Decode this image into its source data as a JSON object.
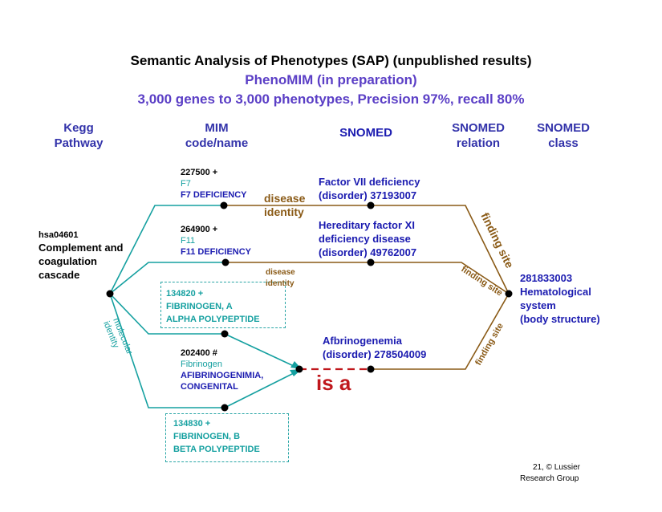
{
  "title": "Semantic Analysis of Phenotypes (SAP) (unpublished results)",
  "subtitle1": "PhenoMIM (in preparation)",
  "subtitle2": "3,000 genes to 3,000 phenotypes, Precision 97%, recall 80%",
  "headers": {
    "kegg": [
      "Kegg",
      "Pathway"
    ],
    "mim": [
      "MIM",
      "code/name"
    ],
    "snomed": "SNOMED",
    "relation": [
      "SNOMED",
      "relation"
    ],
    "class": [
      "SNOMED",
      "class"
    ]
  },
  "kegg_node": {
    "code": "hsa04601",
    "lines": [
      "Complement and",
      "coagulation",
      "cascade"
    ]
  },
  "mim_entries": [
    {
      "code": "227500 +",
      "gene": "F7",
      "name": "F7 DEFICIENCY"
    },
    {
      "code": "264900 +",
      "gene": "F11",
      "name": "F11 DEFICIENCY"
    },
    {
      "code": "134820 +",
      "lines": [
        "FIBRINOGEN, A",
        "ALPHA POLYPEPTIDE"
      ]
    },
    {
      "code": "202400 #",
      "gene": "Fibrinogen",
      "name1": "AFIBRINOGENIMIA,",
      "name2": "CONGENITAL"
    },
    {
      "code": "134830 +",
      "lines": [
        "FIBRINOGEN, B",
        "BETA POLYPEPTIDE"
      ]
    }
  ],
  "snomed_entries": [
    [
      "Factor VII deficiency",
      "(disorder) 37193007"
    ],
    [
      "Hereditary factor XI",
      "deficiency disease",
      "(disorder) 49762007"
    ],
    [
      "Afbrinogenemia",
      "(disorder) 278504009"
    ]
  ],
  "relations": {
    "disease_identity_1": [
      "disease",
      "identity"
    ],
    "disease_identity_2": [
      "disease",
      "identity"
    ],
    "molecular_identity": [
      "molecular",
      "identity"
    ],
    "is_a": "is a",
    "finding_site_1": "finding site",
    "finding_site_2": "finding site",
    "finding_site_3": "finding site"
  },
  "target_class": [
    "281833003",
    "Hematological",
    "system",
    "(body structure)"
  ],
  "footer": [
    "21, © Lussier",
    "Research Group"
  ],
  "colors": {
    "teal": "#15a0a0",
    "brown": "#8a5a16",
    "navy": "#1b1bb0",
    "purple": "#5b3fc6",
    "red": "#c0171c"
  }
}
